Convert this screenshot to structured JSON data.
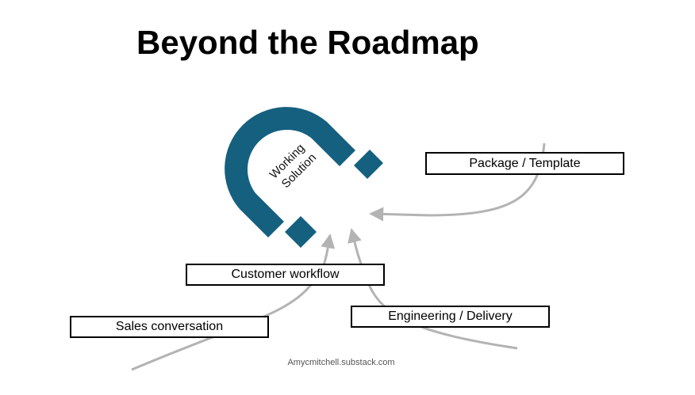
{
  "slide": {
    "title": "Beyond the Roadmap",
    "magnet_label": {
      "line1": "Working",
      "line2": "Solution"
    },
    "boxes": {
      "package": "Package / Template",
      "customer": "Customer workflow",
      "engineering": "Engineering / Delivery",
      "sales": "Sales conversation"
    },
    "footer": "Amycmitchell.substack.com"
  },
  "colors": {
    "magnet": "#15607f",
    "arrow": "#b3b3b3",
    "box_border": "#000000"
  },
  "icons": [
    "horseshoe-magnet-icon"
  ]
}
